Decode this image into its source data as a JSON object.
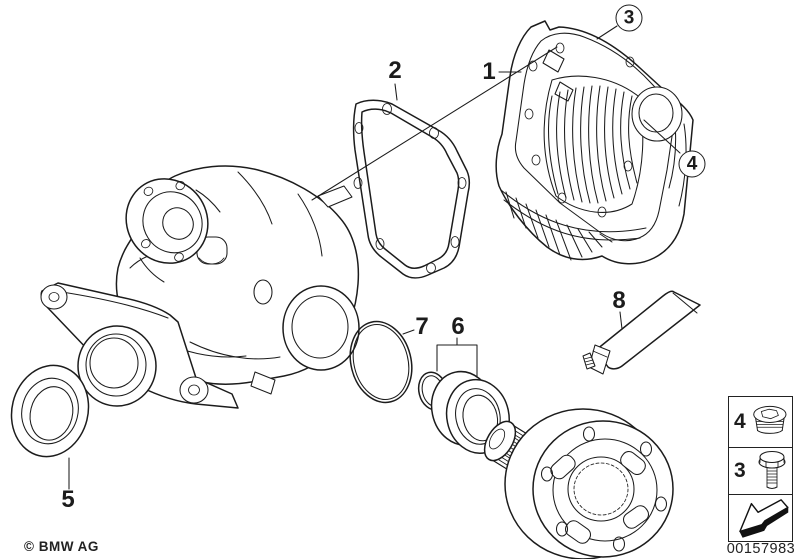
{
  "page": {
    "background": "#ffffff",
    "line_color": "#1c1c1c"
  },
  "callouts": {
    "part1": "1",
    "part2": "2",
    "part3": "3",
    "part4": "4",
    "part5": "5",
    "part6": "6",
    "part7": "7",
    "part8": "8"
  },
  "legend": {
    "rows": [
      {
        "label": "4",
        "icon": "screw-plug-icon"
      },
      {
        "label": "3",
        "icon": "hex-bolt-icon"
      },
      {
        "label": "",
        "icon": "direction-arrow-icon"
      }
    ]
  },
  "footer": {
    "copyright": "© BMW AG",
    "document_number": "00157983"
  }
}
